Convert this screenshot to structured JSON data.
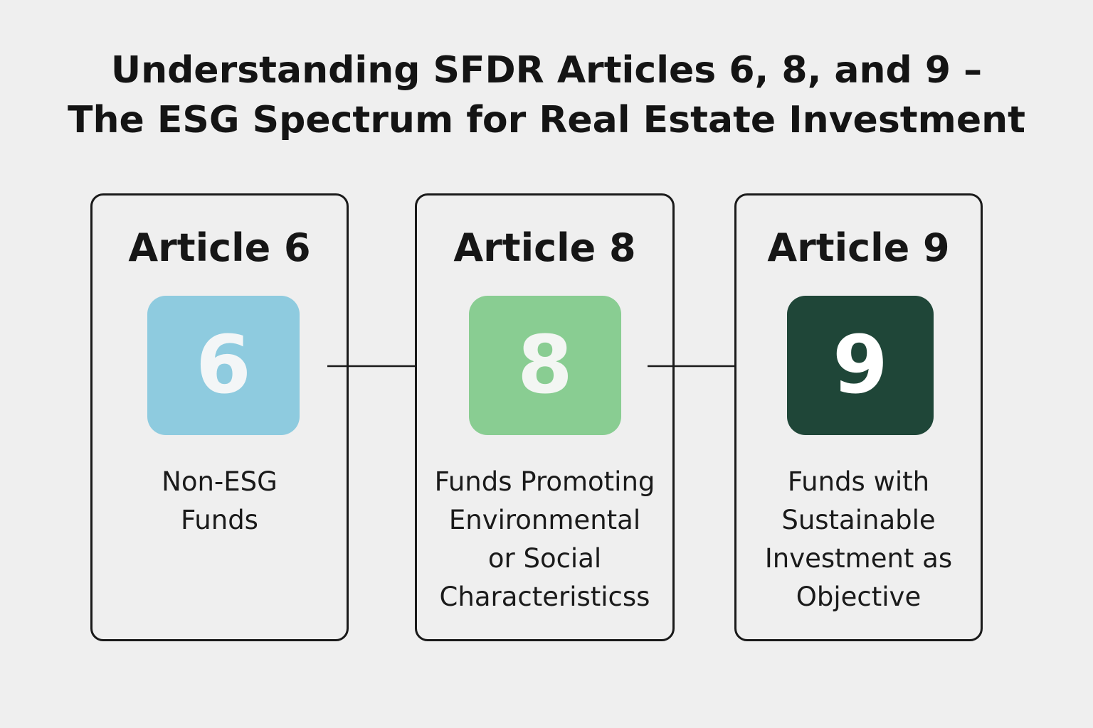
{
  "title": {
    "line1": "Understanding SFDR Articles 6, 8, and 9 –",
    "line2": "The ESG Spectrum for Real Estate Investment"
  },
  "articles": [
    {
      "heading": "Article 6",
      "number": "6",
      "tile_color": "#8ecbdf",
      "number_color": "#f3f6f7",
      "description": [
        "Non-ESG",
        "Funds"
      ]
    },
    {
      "heading": "Article 8",
      "number": "8",
      "tile_color": "#89cd92",
      "number_color": "#f3f6f3",
      "description": [
        "Funds Promoting",
        "Environmental",
        "or Social",
        "Characteristicss"
      ]
    },
    {
      "heading": "Article 9",
      "number": "9",
      "tile_color": "#1f4638",
      "number_color": "#ffffff",
      "description": [
        "Funds with",
        "Sustainable",
        "Investment as",
        "Objective"
      ]
    }
  ],
  "connectors": [
    "arrow-right-icon",
    "arrow-right-icon"
  ]
}
